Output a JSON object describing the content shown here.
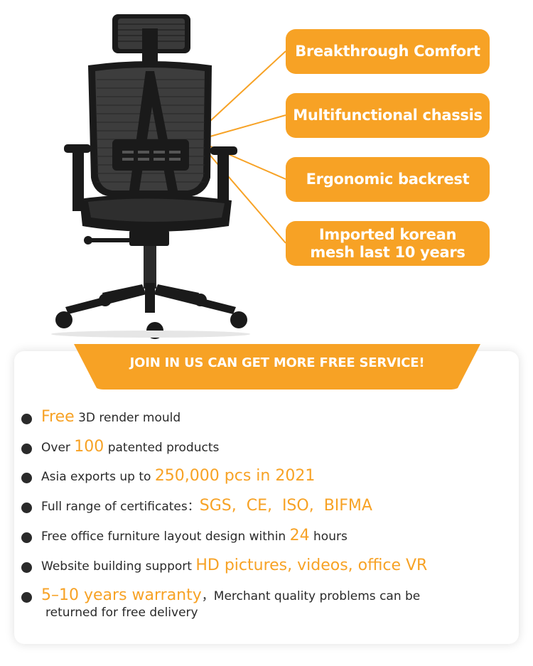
{
  "callouts": [
    {
      "label": "Breakthrough Comfort"
    },
    {
      "label": "Multifunctional chassis"
    },
    {
      "label": "Ergonomic backrest"
    },
    {
      "line1": "Imported korean",
      "line2": "mesh last 10 years"
    }
  ],
  "banner": {
    "title": "JOIN IN US CAN GET MORE FREE SERVICE!"
  },
  "colors": {
    "accent": "#f7a225",
    "text": "#2a2a2a",
    "chair": "#1a1a1a"
  },
  "features": [
    {
      "highlight": "Free",
      "text": " 3D render mould"
    },
    {
      "text": "Over ",
      "highlight": "100",
      "text_after": " patented products"
    },
    {
      "text": "Asia exports up to ",
      "highlight": "250,000 pcs in 2021"
    },
    {
      "text": "Full range of certificates：",
      "highlight": "SGS,  CE,  ISO,  BIFMA"
    },
    {
      "text": "Free office furniture layout design within ",
      "highlight": "24",
      "text_after": " hours"
    },
    {
      "text": "Website building support ",
      "highlight": "HD pictures, videos, office VR"
    },
    {
      "highlight": "5–10 years warranty",
      "text": "，Merchant quality problems can be",
      "line2": "returned for free delivery"
    }
  ],
  "icons": {
    "bullet": "bullet-dot-icon",
    "product": "office-chair-image"
  }
}
